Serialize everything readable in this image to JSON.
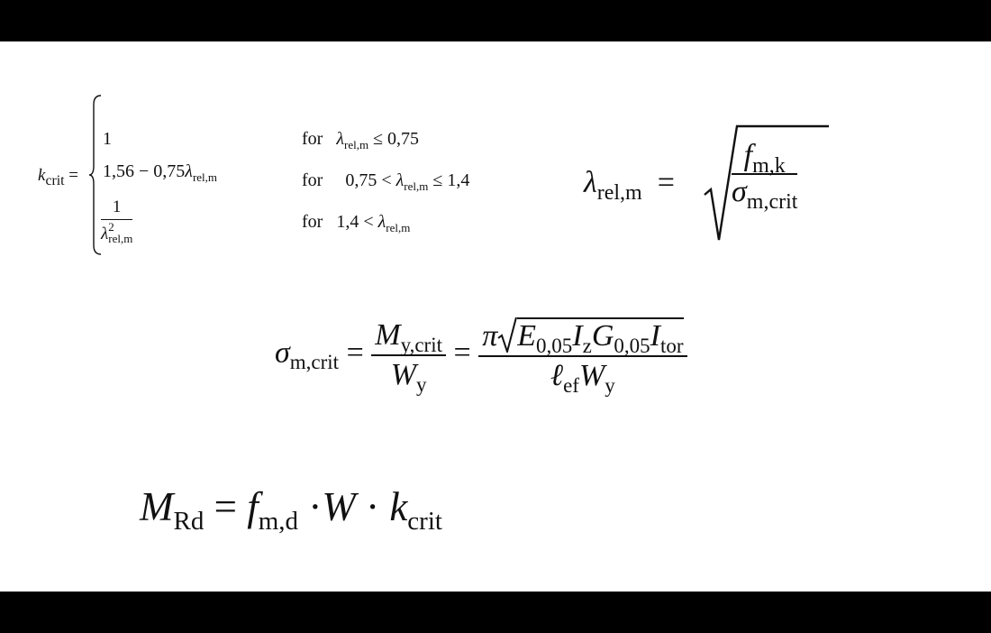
{
  "kcrit_equation": {
    "lhs": "k",
    "lhs_sub": "crit",
    "equals": "=",
    "cases": [
      {
        "expr_main": "1",
        "expr_symbol": "",
        "expr_sub": "",
        "cond_prefix": "for",
        "cond_left": "",
        "cond_symbol": "λ",
        "cond_sub": "rel,m",
        "cond_right": "≤ 0,75"
      },
      {
        "expr_main": "1,56 − 0,75",
        "expr_symbol": "λ",
        "expr_sub": "rel,m",
        "cond_prefix": "for",
        "cond_left": "0,75 <",
        "cond_symbol": "λ",
        "cond_sub": "rel,m",
        "cond_right": "≤ 1,4"
      },
      {
        "expr_num": "1",
        "expr_symbol": "λ",
        "expr_sup": "2",
        "expr_sub": "rel,m",
        "cond_prefix": "for",
        "cond_left": "1,4 <",
        "cond_symbol": "λ",
        "cond_sub": "rel,m",
        "cond_right": ""
      }
    ]
  },
  "lambda_equation": {
    "lhs": "λ",
    "lhs_sub": "rel,m",
    "equals": "=",
    "num": "f",
    "num_sub": "m,k",
    "den": "σ",
    "den_sub": "m,crit"
  },
  "sigma_equation": {
    "lhs": "σ",
    "lhs_sub": "m,crit",
    "equals": "=",
    "frac1_num": "M",
    "frac1_num_sub": "y,crit",
    "frac1_den": "W",
    "frac1_den_sub": "y",
    "frac2_pi": "π",
    "root_terms": [
      {
        "sym": "E",
        "sub": "0,05"
      },
      {
        "sym": "I",
        "sub": "z"
      },
      {
        "sym": "G",
        "sub": "0,05"
      },
      {
        "sym": "I",
        "sub": "tor"
      }
    ],
    "frac2_den_l": "ℓ",
    "frac2_den_l_sub": "ef",
    "frac2_den_w": "W",
    "frac2_den_w_sub": "y"
  },
  "mrd_equation": {
    "lhs": "M",
    "lhs_sub": "Rd",
    "equals": "=",
    "f": "f",
    "f_sub": "m,d",
    "dot": "·",
    "w": "W",
    "k": "k",
    "k_sub": "crit"
  }
}
